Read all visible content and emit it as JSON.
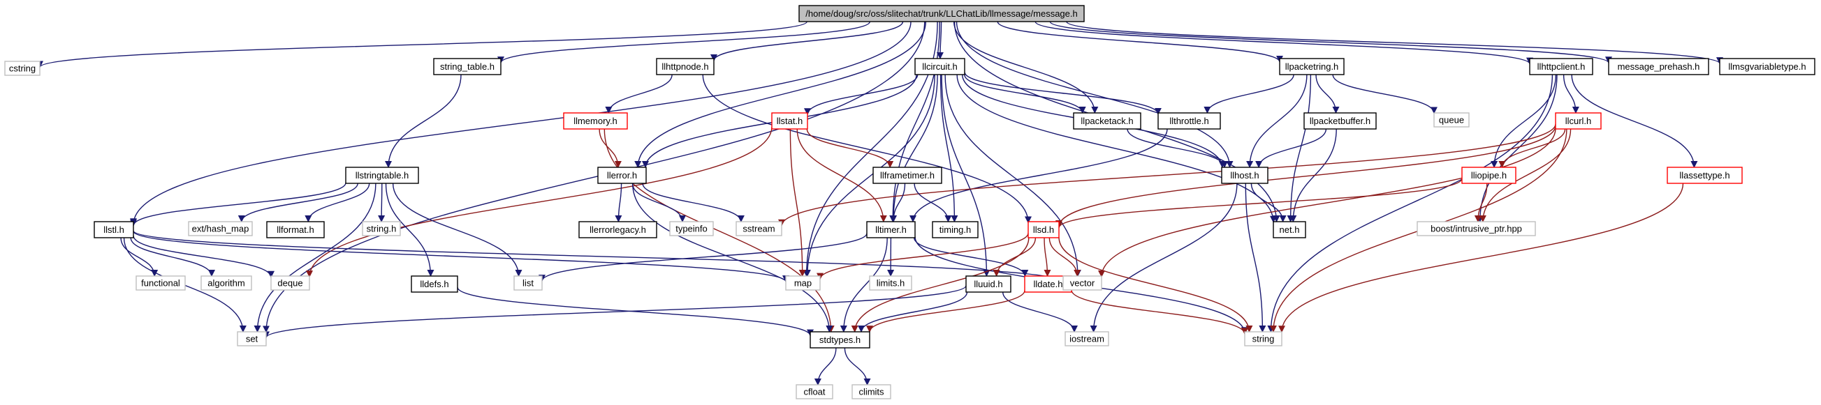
{
  "diagram": {
    "nodes": [
      {
        "id": "message",
        "label": "/home/doug/src/oss/slitechat/trunk/LLChatLib/llmessage/message.h",
        "kind": "root"
      },
      {
        "id": "cstring",
        "label": "cstring",
        "kind": "system"
      },
      {
        "id": "string_table",
        "label": "string_table.h",
        "kind": "local"
      },
      {
        "id": "llhttpnode",
        "label": "llhttpnode.h",
        "kind": "local"
      },
      {
        "id": "llcircuit",
        "label": "llcircuit.h",
        "kind": "local"
      },
      {
        "id": "llpacketring",
        "label": "llpacketring.h",
        "kind": "local"
      },
      {
        "id": "llhttpclient",
        "label": "llhttpclient.h",
        "kind": "local"
      },
      {
        "id": "message_prehash",
        "label": "message_prehash.h",
        "kind": "local"
      },
      {
        "id": "llmsgvariabletype",
        "label": "llmsgvariabletype.h",
        "kind": "local"
      },
      {
        "id": "llmemory",
        "label": "llmemory.h",
        "kind": "truncated"
      },
      {
        "id": "llstat",
        "label": "llstat.h",
        "kind": "truncated"
      },
      {
        "id": "llpacketack",
        "label": "llpacketack.h",
        "kind": "local"
      },
      {
        "id": "llthrottle",
        "label": "llthrottle.h",
        "kind": "local"
      },
      {
        "id": "queue",
        "label": "queue",
        "kind": "system"
      },
      {
        "id": "llpacketbuffer",
        "label": "llpacketbuffer.h",
        "kind": "local"
      },
      {
        "id": "llcurl",
        "label": "llcurl.h",
        "kind": "truncated"
      },
      {
        "id": "llstringtable",
        "label": "llstringtable.h",
        "kind": "local"
      },
      {
        "id": "llerror",
        "label": "llerror.h",
        "kind": "local"
      },
      {
        "id": "llframetimer",
        "label": "llframetimer.h",
        "kind": "local"
      },
      {
        "id": "llhost",
        "label": "llhost.h",
        "kind": "local"
      },
      {
        "id": "lliopipe",
        "label": "lliopipe.h",
        "kind": "truncated"
      },
      {
        "id": "llassettype",
        "label": "llassettype.h",
        "kind": "truncated"
      },
      {
        "id": "llstl",
        "label": "llstl.h",
        "kind": "local"
      },
      {
        "id": "ext_hash_map",
        "label": "ext/hash_map",
        "kind": "system"
      },
      {
        "id": "llformat",
        "label": "llformat.h",
        "kind": "local"
      },
      {
        "id": "string_h",
        "label": "string.h",
        "kind": "system"
      },
      {
        "id": "llerrorlegacy",
        "label": "llerrorlegacy.h",
        "kind": "local"
      },
      {
        "id": "typeinfo",
        "label": "typeinfo",
        "kind": "system"
      },
      {
        "id": "sstream",
        "label": "sstream",
        "kind": "system"
      },
      {
        "id": "lltimer",
        "label": "lltimer.h",
        "kind": "local"
      },
      {
        "id": "timing",
        "label": "timing.h",
        "kind": "local"
      },
      {
        "id": "llsd",
        "label": "llsd.h",
        "kind": "truncated"
      },
      {
        "id": "net",
        "label": "net.h",
        "kind": "local"
      },
      {
        "id": "boost_ptr",
        "label": "boost/intrusive_ptr.hpp",
        "kind": "system"
      },
      {
        "id": "functional",
        "label": "functional",
        "kind": "system"
      },
      {
        "id": "algorithm",
        "label": "algorithm",
        "kind": "system"
      },
      {
        "id": "deque",
        "label": "deque",
        "kind": "system"
      },
      {
        "id": "lldefs",
        "label": "lldefs.h",
        "kind": "local"
      },
      {
        "id": "list",
        "label": "list",
        "kind": "system"
      },
      {
        "id": "map",
        "label": "map",
        "kind": "system"
      },
      {
        "id": "limits",
        "label": "limits.h",
        "kind": "system"
      },
      {
        "id": "lluuid",
        "label": "lluuid.h",
        "kind": "local"
      },
      {
        "id": "lldate",
        "label": "lldate.h",
        "kind": "truncated"
      },
      {
        "id": "vector",
        "label": "vector",
        "kind": "system"
      },
      {
        "id": "set",
        "label": "set",
        "kind": "system"
      },
      {
        "id": "stdtypes",
        "label": "stdtypes.h",
        "kind": "local"
      },
      {
        "id": "iostream",
        "label": "iostream",
        "kind": "system"
      },
      {
        "id": "string",
        "label": "string",
        "kind": "system"
      },
      {
        "id": "cfloat",
        "label": "cfloat",
        "kind": "system"
      },
      {
        "id": "climits",
        "label": "climits",
        "kind": "system"
      }
    ],
    "edges": [
      [
        "message",
        "cstring"
      ],
      [
        "message",
        "string_table"
      ],
      [
        "message",
        "llhttpnode"
      ],
      [
        "message",
        "llcircuit"
      ],
      [
        "message",
        "llpacketring"
      ],
      [
        "message",
        "llhttpclient"
      ],
      [
        "message",
        "message_prehash"
      ],
      [
        "message",
        "llmsgvariabletype"
      ],
      [
        "message",
        "llerror"
      ],
      [
        "message",
        "lltimer"
      ],
      [
        "message",
        "llpacketack"
      ],
      [
        "message",
        "llhost"
      ],
      [
        "message",
        "net"
      ],
      [
        "message",
        "llstl"
      ],
      [
        "message",
        "set"
      ],
      [
        "message",
        "map"
      ],
      [
        "string_table",
        "llstringtable"
      ],
      [
        "llhttpnode",
        "llmemory"
      ],
      [
        "llhttpnode",
        "llsd"
      ],
      [
        "llcircuit",
        "llstat"
      ],
      [
        "llcircuit",
        "llpacketack"
      ],
      [
        "llcircuit",
        "llthrottle"
      ],
      [
        "llcircuit",
        "llerror"
      ],
      [
        "llcircuit",
        "lltimer"
      ],
      [
        "llcircuit",
        "timing"
      ],
      [
        "llcircuit",
        "map"
      ],
      [
        "llcircuit",
        "lluuid"
      ],
      [
        "llcircuit",
        "vector"
      ],
      [
        "llcircuit",
        "net"
      ],
      [
        "llcircuit",
        "llhost"
      ],
      [
        "llpacketring",
        "llthrottle"
      ],
      [
        "llpacketring",
        "queue"
      ],
      [
        "llpacketring",
        "llpacketbuffer"
      ],
      [
        "llpacketring",
        "llhost"
      ],
      [
        "llpacketring",
        "net"
      ],
      [
        "llhttpclient",
        "llcurl"
      ],
      [
        "llhttpclient",
        "lliopipe"
      ],
      [
        "llhttpclient",
        "llassettype"
      ],
      [
        "llhttpclient",
        "boost_ptr"
      ],
      [
        "llhttpclient",
        "string"
      ],
      [
        "llmemory",
        "llerror"
      ],
      [
        "llmemory",
        "stdtypes"
      ],
      [
        "llstat",
        "llframetimer"
      ],
      [
        "llstat",
        "lltimer"
      ],
      [
        "llstat",
        "map"
      ],
      [
        "llstat",
        "deque"
      ],
      [
        "llpacketack",
        "llhost"
      ],
      [
        "llthrottle",
        "lltimer"
      ],
      [
        "llpacketbuffer",
        "llhost"
      ],
      [
        "llpacketbuffer",
        "net"
      ],
      [
        "llcurl",
        "lliopipe"
      ],
      [
        "llcurl",
        "boost_ptr"
      ],
      [
        "llcurl",
        "llsd"
      ],
      [
        "llcurl",
        "vector"
      ],
      [
        "llcurl",
        "sstream"
      ],
      [
        "llcurl",
        "string"
      ],
      [
        "llstringtable",
        "llstl"
      ],
      [
        "llstringtable",
        "ext_hash_map"
      ],
      [
        "llstringtable",
        "llformat"
      ],
      [
        "llstringtable",
        "string_h"
      ],
      [
        "llstringtable",
        "lldefs"
      ],
      [
        "llstringtable",
        "list"
      ],
      [
        "llstringtable",
        "set"
      ],
      [
        "llerror",
        "llerrorlegacy"
      ],
      [
        "llerror",
        "typeinfo"
      ],
      [
        "llerror",
        "sstream"
      ],
      [
        "llerror",
        "stdtypes"
      ],
      [
        "llframetimer",
        "lltimer"
      ],
      [
        "llframetimer",
        "timing"
      ],
      [
        "llhost",
        "net"
      ],
      [
        "llhost",
        "string"
      ],
      [
        "llhost",
        "iostream"
      ],
      [
        "lliopipe",
        "llsd"
      ],
      [
        "lliopipe",
        "boost_ptr"
      ],
      [
        "llassettype",
        "string"
      ],
      [
        "llstl",
        "functional"
      ],
      [
        "llstl",
        "algorithm"
      ],
      [
        "llstl",
        "deque"
      ],
      [
        "llstl",
        "map"
      ],
      [
        "llstl",
        "vector"
      ],
      [
        "llstl",
        "set"
      ],
      [
        "lltimer",
        "limits"
      ],
      [
        "lltimer",
        "list"
      ],
      [
        "lltimer",
        "stdtypes"
      ],
      [
        "lltimer",
        "lldate"
      ],
      [
        "lltimer",
        "string"
      ],
      [
        "llsd",
        "map"
      ],
      [
        "llsd",
        "string"
      ],
      [
        "llsd",
        "vector"
      ],
      [
        "llsd",
        "lldate"
      ],
      [
        "llsd",
        "lluuid"
      ],
      [
        "llsd",
        "stdtypes"
      ],
      [
        "lldefs",
        "stdtypes"
      ],
      [
        "lluuid",
        "stdtypes"
      ],
      [
        "lluuid",
        "set"
      ],
      [
        "lluuid",
        "iostream"
      ],
      [
        "lldate",
        "stdtypes"
      ],
      [
        "lldate",
        "string"
      ],
      [
        "stdtypes",
        "cfloat"
      ],
      [
        "stdtypes",
        "climits"
      ]
    ],
    "colors": {
      "edge": "#191970",
      "edge_red": "#8b1a1a",
      "local_border": "#000000",
      "system_border": "#bfbfbf",
      "truncated_border": "#ff0000",
      "root_fill": "#bfbfbf",
      "label": "#000000"
    }
  }
}
